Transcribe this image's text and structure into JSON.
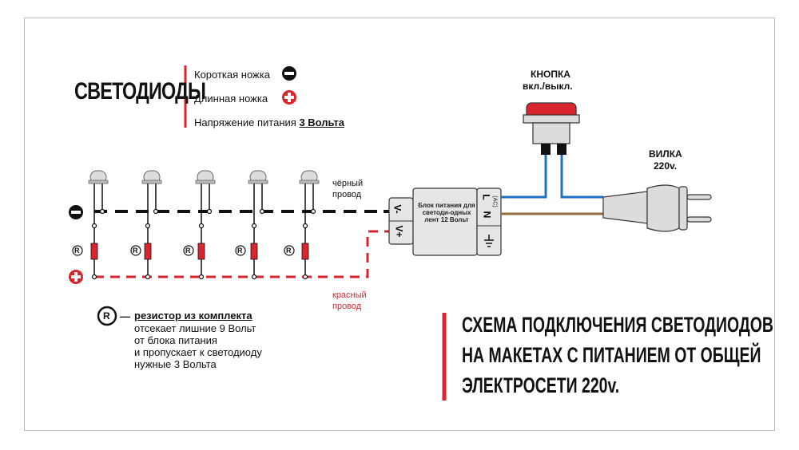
{
  "legend": {
    "title": "СВЕТОДИОДЫ",
    "short_leg": "Короткая ножка",
    "long_leg": "Длинная ножка",
    "voltage_prefix": "Напряжение питания",
    "voltage_value": "3 Вольта"
  },
  "wires": {
    "black_line1": "чёрный",
    "black_line2": "провод",
    "red_line1": "красный",
    "red_line2": "провод"
  },
  "psu": {
    "label": "Блок питания для светоди-одных лент 12 Вольт",
    "out_neg": "V-",
    "out_pos": "V+",
    "in_l": "L",
    "in_n": "N",
    "in_ac": "(AC)"
  },
  "button": {
    "title": "КНОПКА",
    "subtitle": "вкл./выкл."
  },
  "plug": {
    "title": "ВИЛКА",
    "subtitle": "220v."
  },
  "resistor_note": {
    "symbol": "R",
    "title": "резистор из комплекта",
    "line1": "отсекает лишние 9 Вольт",
    "line2": "от блока питания",
    "line3": "и пропускает к светодиоду",
    "line4": "нужные 3 Вольта"
  },
  "main_title": {
    "line1": "СХЕМА ПОДКЛЮЧЕНИЯ СВЕТОДИОДОВ",
    "line2": "НА МАКЕТАХ С ПИТАНИЕМ ОТ ОБЩЕЙ",
    "line3": "ЭЛЕКТРОСЕТИ 220v."
  },
  "symbols": {
    "minus": "−",
    "plus": "+",
    "resistor": "R",
    "dash": "—"
  },
  "colors": {
    "red": "#d9262e",
    "black": "#111111",
    "blue": "#1f6fc2",
    "brown": "#9a6b3f",
    "psu_fill": "#e6e6e6",
    "button_red": "#d9262e"
  }
}
